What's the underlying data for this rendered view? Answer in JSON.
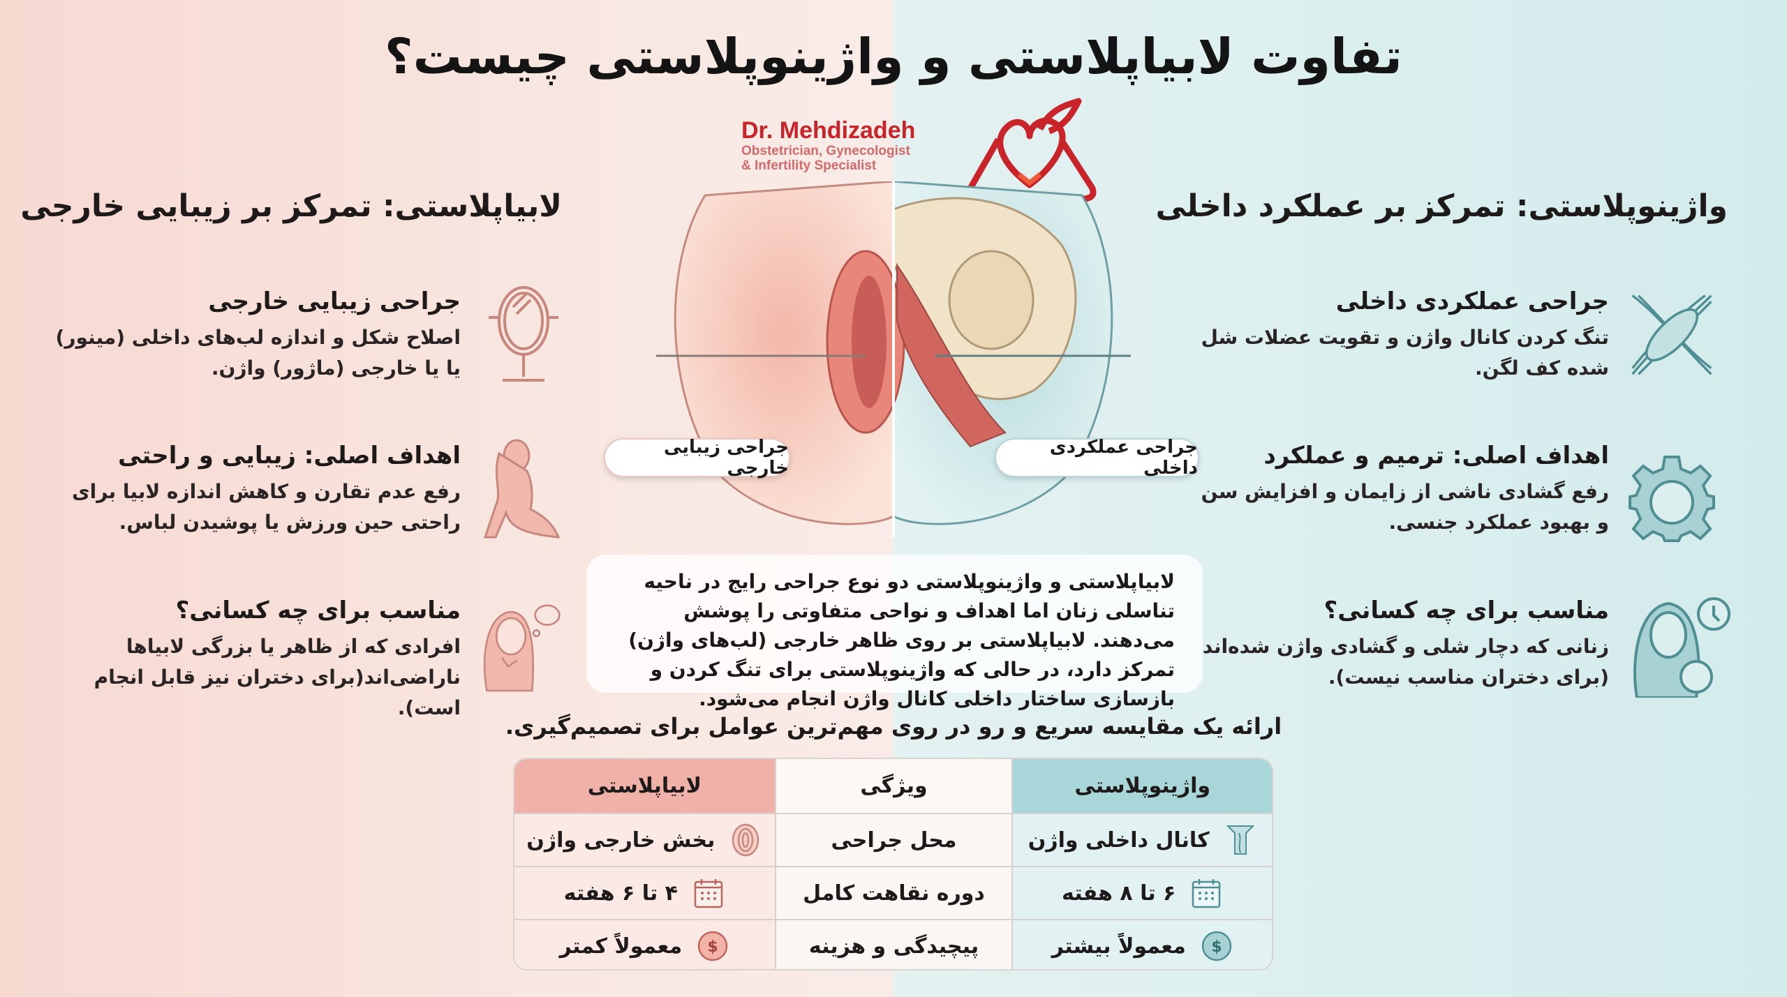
{
  "title": "تفاوت لابیاپلاستی و واژینوپلاستی چیست؟",
  "logo": {
    "name": "Dr. Mehdizadeh",
    "line1": "Obstetrician, Gynecologist",
    "line2": "& Infertility Specialist"
  },
  "colors": {
    "labia_accent": "#e9978b",
    "vagino_accent": "#5f9ea0",
    "logo_red": "#c8242a"
  },
  "labiaplasty": {
    "heading": "لابیاپلاستی: تمرکز بر زیبایی خارجی",
    "items": [
      {
        "icon": "mirror-icon",
        "title": "جراحی زیبایی خارجی",
        "text": "اصلاح شکل و اندازه لب‌های داخلی (مینور) یا یا خارجی (ماژور) واژن."
      },
      {
        "icon": "seated-woman-icon",
        "title": "اهداف اصلی: زیبایی و راحتی",
        "text": "رفع عدم تقارن و کاهش اندازه لابیا برای راحتی حین ورزش یا پوشیدن لباس."
      },
      {
        "icon": "thinking-woman-icon",
        "title": "مناسب برای چه کسانی؟",
        "text": "افرادی که از ظاهر یا بزرگی لابیاها ناراضی‌اند(برای دختران نیز قابل انجام است)."
      }
    ],
    "illustration_label": "جراحی زیبایی خارجی"
  },
  "vaginoplasty": {
    "heading": "واژینوپلاستی: تمرکز بر عملکرد داخلی",
    "items": [
      {
        "icon": "muscle-fibers-icon",
        "title": "جراحی عملکردی داخلی",
        "text": "تنگ کردن کانال واژن و تقویت عضلات شل شده کف لگن."
      },
      {
        "icon": "gear-icon",
        "title": "اهداف اصلی: ترمیم و عملکرد",
        "text": "رفع گشادی ناشی از زایمان و افزایش سن و بهبود عملکرد جنسی."
      },
      {
        "icon": "mother-clock-icon",
        "title": "مناسب برای چه کسانی؟",
        "text": "زنانی که دچار شلی و گشادی واژن شده‌اند (برای دختران مناسب نیست)."
      }
    ],
    "illustration_label": "جراحی عملکردی داخلی"
  },
  "summary": "لابیاپلاستی و واژینوپلاستی دو نوع جراحی رایج در ناحیه تناسلی زنان اما اهداف و نواحی متفاوتی را پوشش می‌دهند. لابیاپلاستی بر روی ظاهر خارجی (لب‌های واژن) تمرکز دارد، در حالی که واژینوپلاستی برای تنگ کردن و بازسازی ساختار داخلی کانال واژن انجام می‌شود.",
  "subtitle": "ارائه یک مقایسه سریع و رو در روی مهم‌ترین عوامل برای تصمیم‌گیری.",
  "table": {
    "headers": {
      "vaginoplasty": "واژینوپلاستی",
      "feature": "ویژگی",
      "labiaplasty": "لابیاپلاستی"
    },
    "rows": [
      {
        "feature": "محل جراحی",
        "vaginoplasty": "کانال داخلی واژن",
        "labiaplasty": "بخش خارجی واژن",
        "icon_v": "vaginal-canal-icon",
        "icon_l": "labia-icon"
      },
      {
        "feature": "دوره نقاهت کامل",
        "vaginoplasty": "۶ تا ۸ هفته",
        "labiaplasty": "۴ تا ۶ هفته",
        "icon_v": "calendar-icon",
        "icon_l": "calendar-icon"
      },
      {
        "feature": "پیچیدگی و هزینه",
        "vaginoplasty": "معمولاً بیشتر",
        "labiaplasty": "معمولاً کمتر",
        "icon_v": "dollar-coin-icon",
        "icon_l": "dollar-coin-icon"
      }
    ]
  }
}
